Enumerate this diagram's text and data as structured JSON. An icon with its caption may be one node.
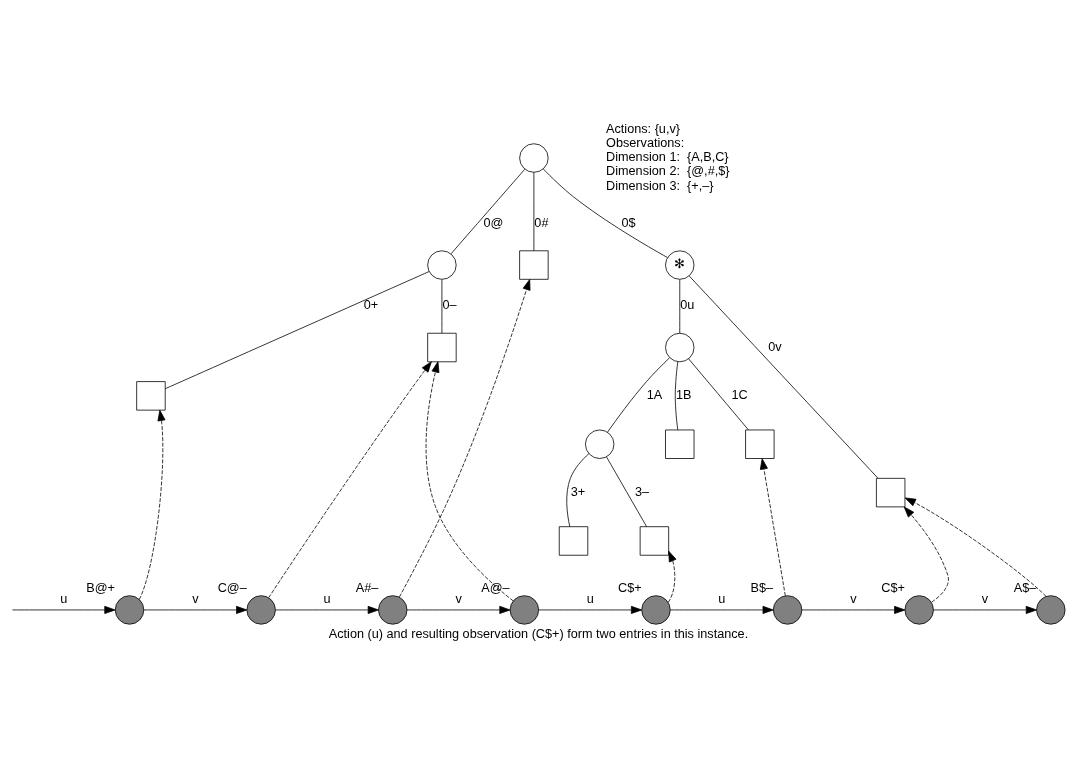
{
  "diagram": {
    "caption": "Action (u) and resulting observation (C$+) form two entries in this instance.",
    "nodes": [
      {
        "text": [],
        "shape": "circle"
      },
      {
        "text": [],
        "shape": "circle"
      },
      {
        "text": [],
        "shape": "box"
      },
      {
        "text": [
          "✻"
        ]
      },
      {
        "text": [],
        "shape": "box"
      },
      {
        "text": [],
        "shape": "box"
      },
      {
        "text": [],
        "shape": "circle"
      },
      {
        "text": [],
        "shape": "box"
      },
      {
        "text": [],
        "shape": "circle"
      },
      {
        "text": [],
        "shape": "box"
      },
      {
        "text": [],
        "shape": "box"
      },
      {
        "text": [],
        "shape": "box"
      },
      {
        "text": [],
        "shape": "box"
      },
      {
        "text": [],
        "shape": "circle",
        "beside": [
          "B@+"
        ]
      },
      {
        "text": [],
        "shape": "circle",
        "beside": [
          "C@–"
        ]
      },
      {
        "text": [],
        "shape": "circle",
        "beside": [
          "A#–"
        ]
      },
      {
        "text": [],
        "shape": "circle",
        "beside": [
          "A@–"
        ]
      },
      {
        "text": [],
        "shape": "circle",
        "beside": [
          "C$+"
        ]
      },
      {
        "text": [],
        "shape": "circle",
        "beside": [
          "B$–"
        ]
      },
      {
        "text": [],
        "shape": "circle",
        "beside": [
          "C$+"
        ]
      },
      {
        "text": [],
        "shape": "circle",
        "beside": [
          "A$–"
        ]
      }
    ],
    "edges": [
      {
        "from": 0,
        "to": 1,
        "arrow": "none",
        "label": "0@"
      },
      {
        "from": 0,
        "to": 2,
        "arrow": "none",
        "label": "0#"
      },
      {
        "from": 0,
        "to": 3,
        "arrow": "none",
        "label": "0$"
      },
      {
        "from": 1,
        "to": 4,
        "arrow": "none",
        "label": "0+"
      },
      {
        "from": 1,
        "to": 5,
        "arrow": "none",
        "label": "0–"
      },
      {
        "from": 3,
        "to": 6,
        "arrow": "none",
        "label": "0u"
      },
      {
        "from": 3,
        "to": 7,
        "arrow": "none",
        "label": "0v"
      },
      {
        "from": 6,
        "to": 8,
        "arrow": "none",
        "label": "1A"
      },
      {
        "from": 6,
        "to": 9,
        "arrow": "none",
        "label": "1B"
      },
      {
        "from": 6,
        "to": 10,
        "arrow": "none",
        "label": "1C"
      },
      {
        "from": 8,
        "to": 11,
        "arrow": "none",
        "label": "3+"
      },
      {
        "from": 8,
        "to": 12,
        "arrow": "none",
        "label": "3–"
      },
      {
        "from": null,
        "to": 13,
        "arrow": "to",
        "label": "u"
      },
      {
        "from": 13,
        "to": 14,
        "arrow": "to",
        "label": "v"
      },
      {
        "from": 14,
        "to": 15,
        "arrow": "to",
        "label": "u"
      },
      {
        "from": 15,
        "to": 16,
        "arrow": "to",
        "label": "v"
      },
      {
        "from": 16,
        "to": 17,
        "arrow": "to",
        "label": "u"
      },
      {
        "from": 17,
        "to": 18,
        "arrow": "to",
        "label": "u"
      },
      {
        "from": 18,
        "to": 19,
        "arrow": "to",
        "label": "v"
      },
      {
        "from": 19,
        "to": 20,
        "arrow": "to",
        "label": "v"
      },
      {
        "from": 13,
        "to": 4,
        "arrow": "to",
        "style": "dashed"
      },
      {
        "from": 14,
        "to": 5,
        "arrow": "to",
        "style": "dashed"
      },
      {
        "from": 15,
        "to": 2,
        "arrow": "to",
        "style": "dashed"
      },
      {
        "from": 16,
        "to": 5,
        "arrow": "to",
        "style": "dashed"
      },
      {
        "from": 17,
        "to": 12,
        "arrow": "to",
        "style": "dashed"
      },
      {
        "from": 18,
        "to": 10,
        "arrow": "to",
        "style": "dashed"
      },
      {
        "from": 19,
        "to": 7,
        "arrow": "to",
        "style": "dashed"
      },
      {
        "from": 20,
        "to": 7,
        "arrow": "to",
        "style": "dashed"
      }
    ],
    "labels": [
      "Actions: {u,v}",
      "Observations:",
      "Dimension 1:  {A,B,C}",
      "Dimension 2:  {@,#,$}",
      "Dimension 3:  {+,–}"
    ]
  }
}
